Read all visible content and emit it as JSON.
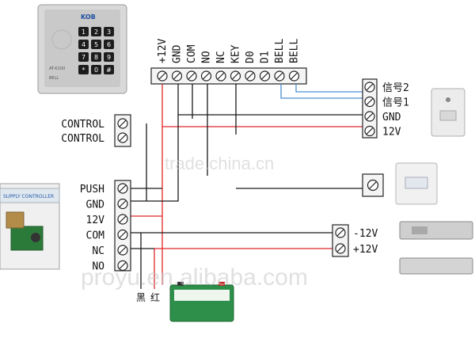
{
  "keypad": {
    "brand": "KOB",
    "model": "AT-K100",
    "bell": "BELL",
    "keys": [
      "1",
      "2",
      "3",
      "4",
      "5",
      "6",
      "7",
      "8",
      "9",
      "*",
      "0",
      "#"
    ]
  },
  "controller_terminals": [
    "+12V",
    "GND",
    "COM",
    "NO",
    "NC",
    "KEY",
    "D0",
    "D1",
    "BELL",
    "BELL"
  ],
  "control_labels": [
    "CONTROL",
    "CONTROL"
  ],
  "doorbell_labels": [
    "信号2",
    "信号1",
    "GND",
    "12V"
  ],
  "power_supply": {
    "title": "SUPPLY CONTROLLER",
    "labels": [
      "PUSH",
      "GND",
      "12V",
      "COM",
      "NC",
      "NO"
    ]
  },
  "lock_labels": [
    "-12V",
    "+12V"
  ],
  "battery_wire_labels": [
    "黑",
    "红"
  ],
  "watermarks": [
    "trade.china.cn",
    "proyu.en.alibaba.com"
  ],
  "colors": {
    "wire_black": "#1a1a1a",
    "wire_red": "#e0262a",
    "wire_blue": "#4a8fd6",
    "terminal_fill": "#f4f4f4"
  }
}
